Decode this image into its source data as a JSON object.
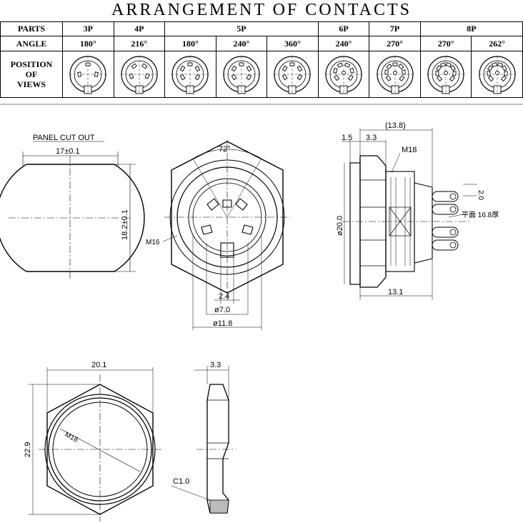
{
  "title": "ARRANGEMENT OF CONTACTS",
  "table": {
    "parts_label": "PARTS",
    "angle_label": "ANGLE",
    "views_label_lines": [
      "POSITION",
      "OF",
      "VIEWS"
    ],
    "groups": [
      {
        "name": "3P",
        "span": 1
      },
      {
        "name": "4P",
        "span": 1
      },
      {
        "name": "5P",
        "span": 3
      },
      {
        "name": "6P",
        "span": 1
      },
      {
        "name": "7P",
        "span": 1
      },
      {
        "name": "8P",
        "span": 2
      }
    ],
    "angles": [
      "180°",
      "216°",
      "180°",
      "240°",
      "360°",
      "240°",
      "270°",
      "270°",
      "262°"
    ],
    "pin_counts": [
      3,
      4,
      5,
      5,
      5,
      6,
      7,
      8,
      8
    ]
  },
  "panel_cutout": {
    "heading": "PANEL CUT OUT",
    "width": "17±0.1",
    "height": "18.2±0.1"
  },
  "front_view": {
    "angle": "72°",
    "thread": "M16",
    "dim_small": "2.4",
    "dim_mid": "ø7.0",
    "dim_large": "ø11.8"
  },
  "side_view": {
    "overall": "(13.8)",
    "flange": "1.5",
    "nut": "3.3",
    "thread": "M18",
    "pin_pitch": "2.0",
    "diameter": "ø20.0",
    "body_length": "13.1",
    "flat_note": "平面 16.8厚"
  },
  "nut_view": {
    "width": "20.1",
    "height": "22.9",
    "thread": "M18"
  },
  "nut_side": {
    "thickness": "3.3",
    "chamfer": "C1.0"
  }
}
